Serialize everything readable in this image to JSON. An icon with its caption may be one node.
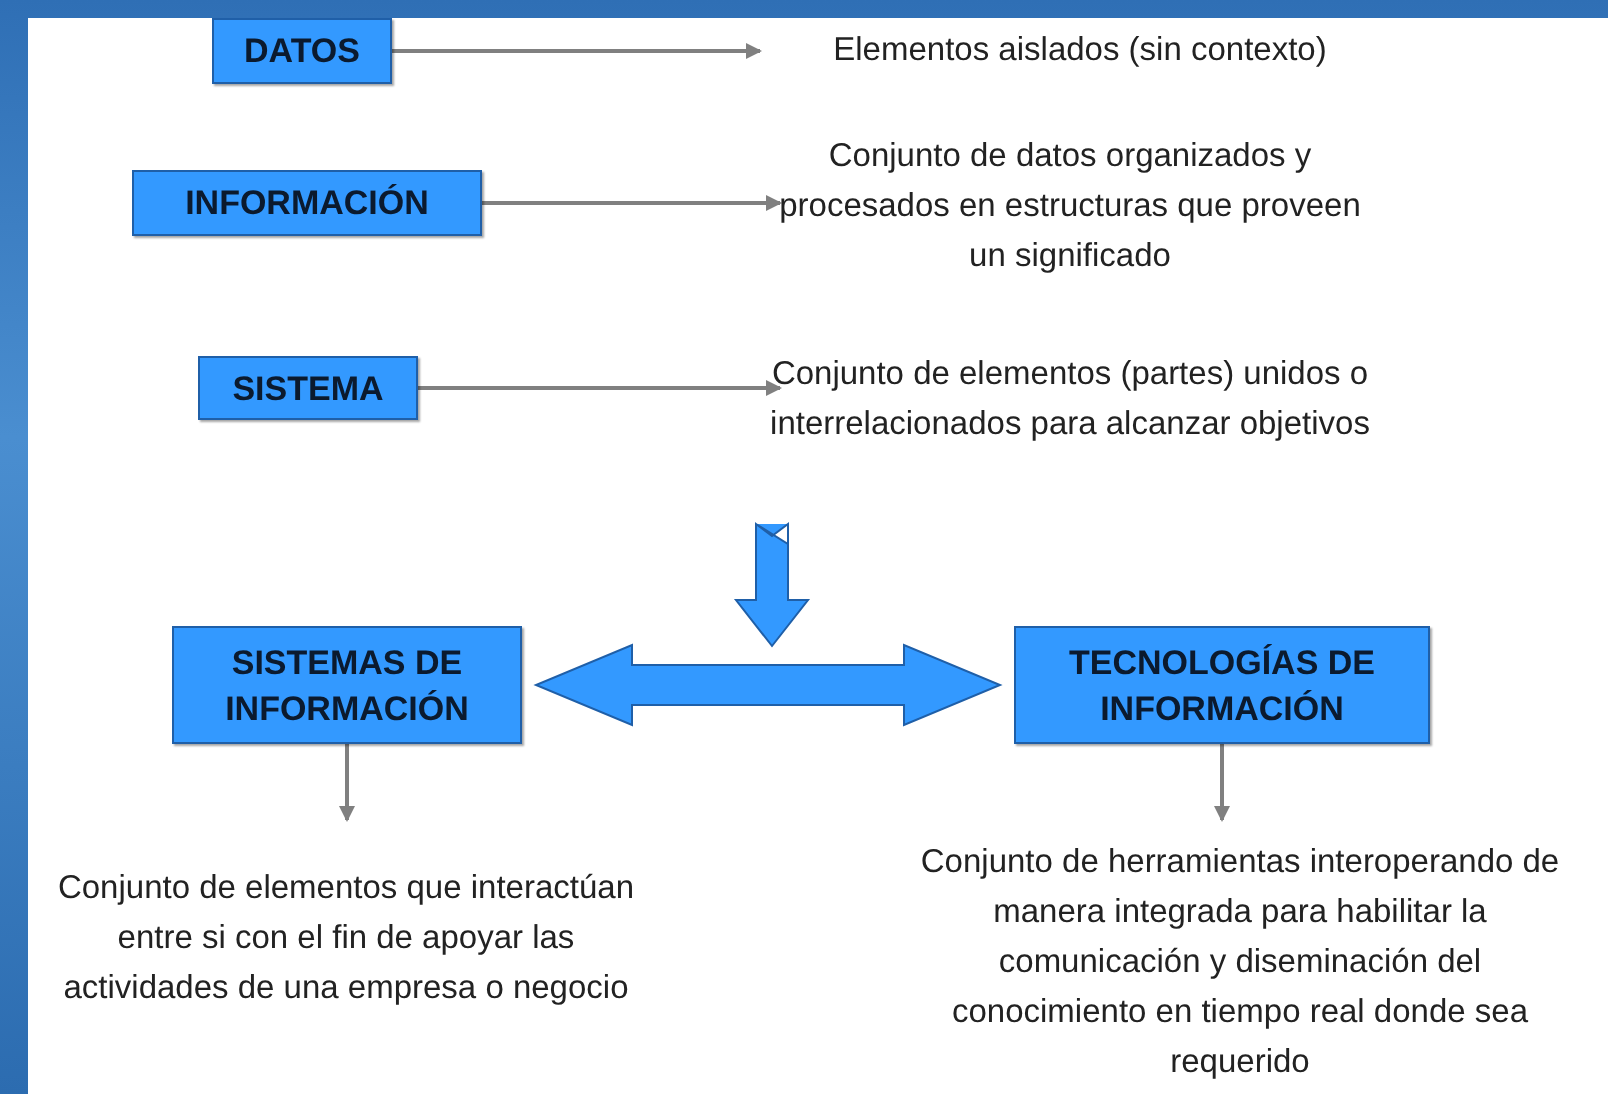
{
  "diagram": {
    "nodes": [
      {
        "text": [
          "DATOS"
        ]
      },
      {
        "text": [
          "Elementos aislados (sin contexto)"
        ]
      },
      {
        "text": [
          "INFORMACIÓN"
        ]
      },
      {
        "text": [
          "Conjunto de datos organizados y procesados en estructuras que proveen un significado"
        ]
      },
      {
        "text": [
          "SISTEMA"
        ]
      },
      {
        "text": [
          "Conjunto de elementos (partes) unidos o interrelacionados para alcanzar objetivos"
        ]
      },
      {
        "text": [
          "SISTEMAS DE INFORMACIÓN"
        ]
      },
      {
        "text": [
          "TECNOLOGÍAS DE INFORMACIÓN"
        ]
      },
      {
        "text": [
          "Conjunto de elementos que interactúan entre si con el fin de apoyar las actividades de una empresa o negocio"
        ]
      },
      {
        "text": [
          "Conjunto de herramientas interoperando de manera integrada para habilitar la comunicación y diseminación del conocimiento en tiempo real donde sea requerido"
        ]
      }
    ],
    "edges": [
      {
        "from": 0,
        "to": 1,
        "arrow": "to"
      },
      {
        "from": 2,
        "to": 3,
        "arrow": "to"
      },
      {
        "from": 4,
        "to": 5,
        "arrow": "to"
      },
      {
        "from": 6,
        "to": 7,
        "arrow": "both",
        "style": "thick",
        "color": "#3399ff"
      },
      {
        "from": 6,
        "to": 8,
        "arrow": "to"
      },
      {
        "from": 7,
        "to": 9,
        "arrow": "to"
      }
    ]
  }
}
